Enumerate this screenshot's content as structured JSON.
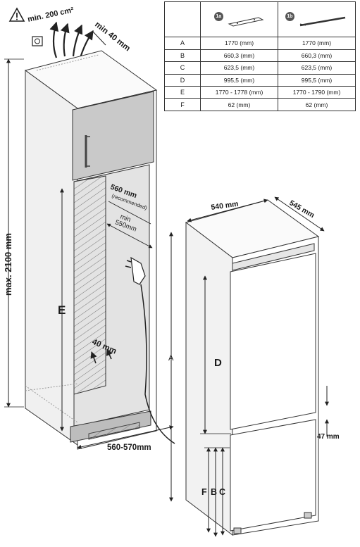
{
  "diagram": {
    "warning_symbol": "warning-triangle-icon",
    "vent_area": "min. 200 cm²",
    "top_gap": "min 40 mm",
    "max_height": "max. 2100 mm",
    "recess_depth_label": "560 mm",
    "recess_depth_note": "(recommended)",
    "min_depth_label": "min\n550mm",
    "bottom_gap": "40 mm",
    "niche_label": "E",
    "niche_width": "560-570mm",
    "appliance_width": "540 mm",
    "appliance_depth": "545 mm",
    "dim_a": "A",
    "dim_d": "D",
    "dim_f": "F",
    "dim_b": "B",
    "dim_c": "C",
    "door_gap": "47 mm"
  },
  "table": {
    "columns": [
      {
        "badge": "1a",
        "icon": "hinge-bracket-icon"
      },
      {
        "badge": "1b",
        "icon": "rail-bracket-icon"
      }
    ],
    "rows": [
      {
        "key": "A",
        "col1": "1770 (mm)",
        "col2": "1770 (mm)"
      },
      {
        "key": "B",
        "col1": "660,3 (mm)",
        "col2": "660,3 (mm)"
      },
      {
        "key": "C",
        "col1": "623,5 (mm)",
        "col2": "623,5 (mm)"
      },
      {
        "key": "D",
        "col1": "995,5 (mm)",
        "col2": "995,5 (mm)"
      },
      {
        "key": "E",
        "col1": "1770 - 1778 (mm)",
        "col2": "1770 - 1790 (mm)"
      },
      {
        "key": "F",
        "col1": "62 (mm)",
        "col2": "62 (mm)"
      }
    ]
  }
}
